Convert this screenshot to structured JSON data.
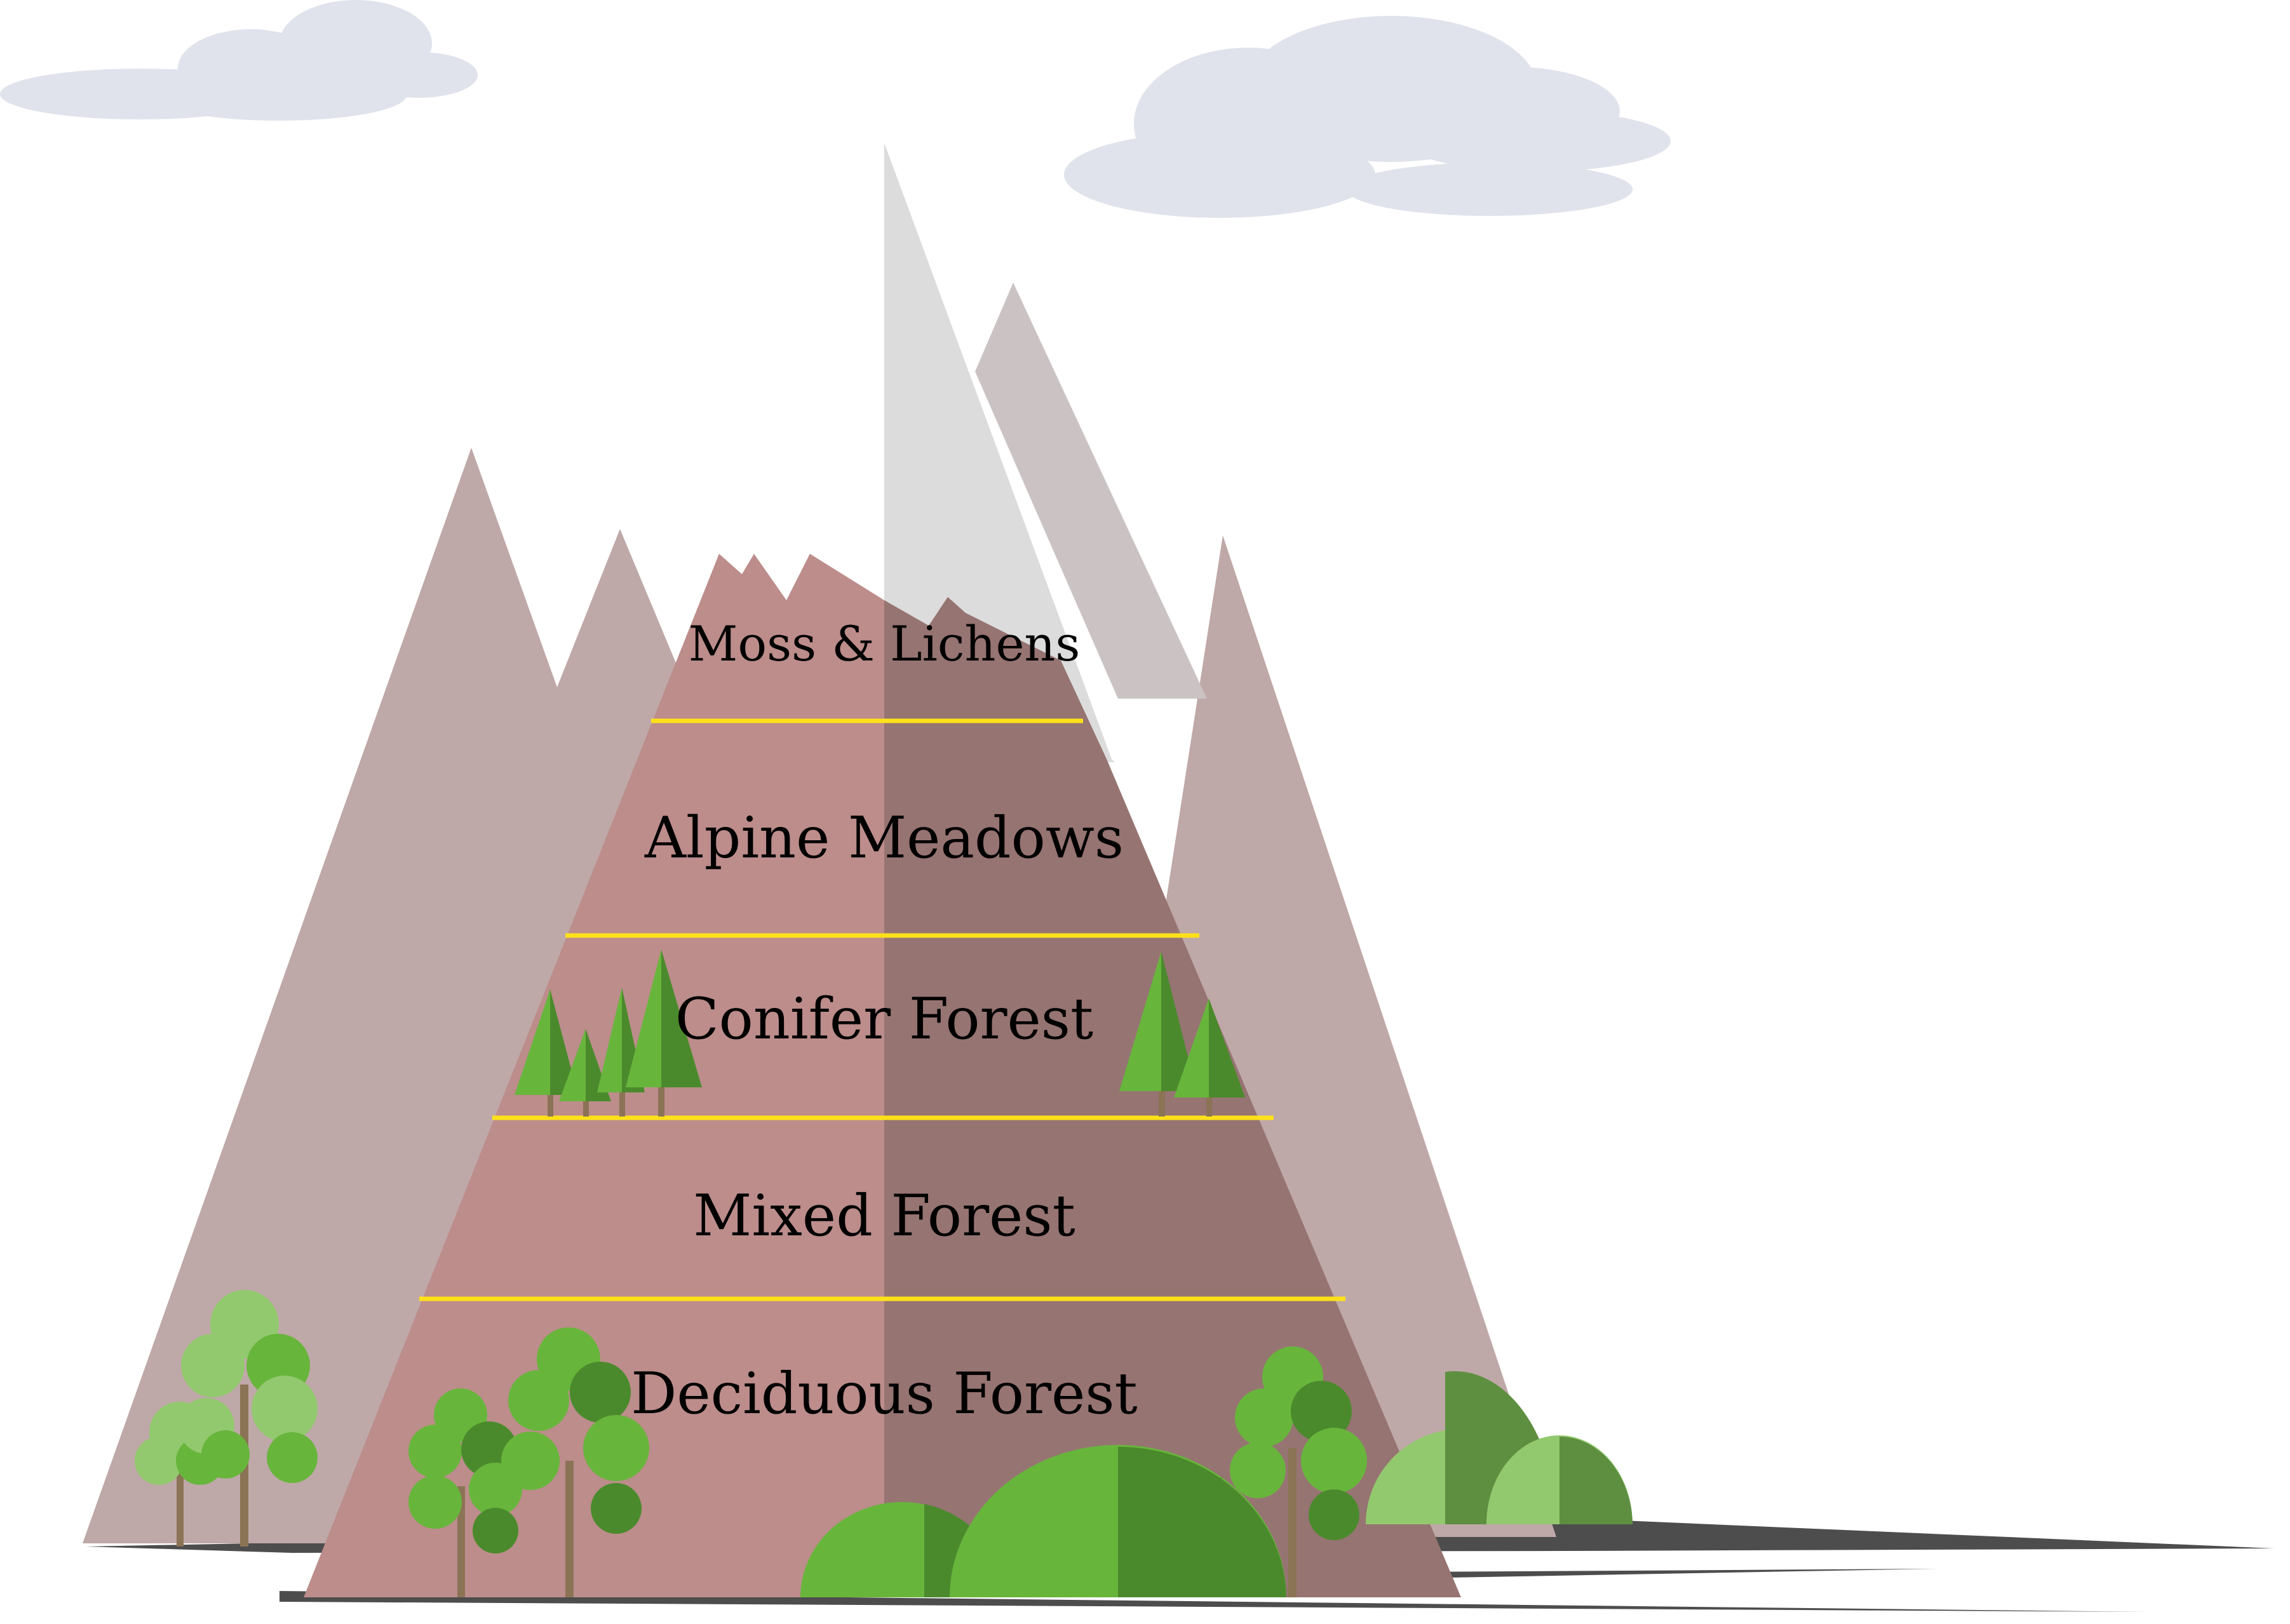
{
  "diagram": {
    "zones": [
      {
        "label": "Moss & Lichens"
      },
      {
        "label": "Alpine Meadows"
      },
      {
        "label": "Conifer Forest"
      },
      {
        "label": "Mixed Forest"
      },
      {
        "label": "Deciduous Forest"
      }
    ]
  },
  "colors": {
    "sky_cloud": "#e0e3eb",
    "back_mountain": "#bfa8a8",
    "snow_peak": "#dcdcdc",
    "snow_peak_shade": "#cbc3c3",
    "front_mountain_light": "#bc8d8b",
    "front_mountain_dark": "#967472",
    "zone_divider": "#ffe11a",
    "tree_light": "#93c96e",
    "tree_mid": "#68b53c",
    "tree_dark": "#4b8a2c",
    "trunk": "#8b7355",
    "ground_shadow": "#4d4d4d"
  }
}
